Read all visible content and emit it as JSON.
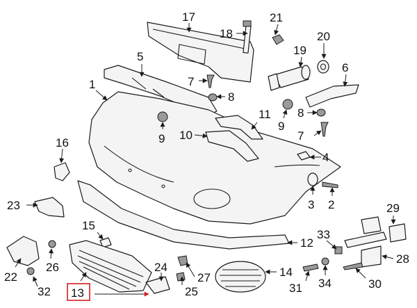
{
  "diagram": {
    "highlight_color": "#d11f1f",
    "highlighted_callout": "13",
    "callouts": [
      "1",
      "2",
      "3",
      "4",
      "5",
      "6",
      "7",
      "8",
      "9",
      "10",
      "11",
      "12",
      "13",
      "14",
      "15",
      "16",
      "17",
      "18",
      "19",
      "20",
      "21",
      "22",
      "23",
      "24",
      "25",
      "26",
      "27",
      "28",
      "29",
      "30",
      "31",
      "32",
      "33",
      "34"
    ]
  }
}
